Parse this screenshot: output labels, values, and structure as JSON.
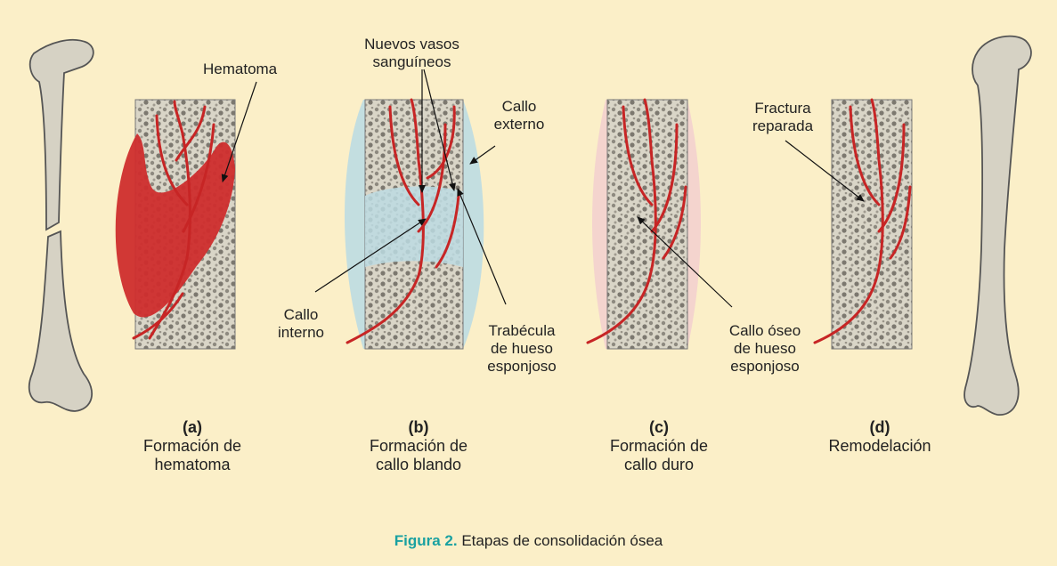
{
  "colors": {
    "background": "#fbefc8",
    "blood": "#d42a2a",
    "callus_soft": "#b9dbe3",
    "callus_hard": "#f3cfcf",
    "bone": "#d8d3c6",
    "bone_outline": "#555555",
    "caption_accent": "#1aa1a1"
  },
  "labels": {
    "hematoma": "Hematoma",
    "new_vessels_1": "Nuevos vasos",
    "new_vessels_2": "sanguíneos",
    "external_callus_1": "Callo",
    "external_callus_2": "externo",
    "internal_callus_1": "Callo",
    "internal_callus_2": "interno",
    "trabecula_1": "Trabécula",
    "trabecula_2": "de hueso",
    "trabecula_3": "esponjoso",
    "bony_callus_1": "Callo óseo",
    "bony_callus_2": "de hueso",
    "bony_callus_3": "esponjoso",
    "repaired_1": "Fractura",
    "repaired_2": "reparada"
  },
  "panels": [
    {
      "letter": "(a)",
      "line1": "Formación de",
      "line2": "hematoma"
    },
    {
      "letter": "(b)",
      "line1": "Formación de",
      "line2": "callo blando"
    },
    {
      "letter": "(c)",
      "line1": "Formación de",
      "line2": "callo duro"
    },
    {
      "letter": "(d)",
      "line1": "Remodelación",
      "line2": ""
    }
  ],
  "caption": {
    "figure": "Figura 2.",
    "text": " Etapas de consolidación ósea"
  }
}
